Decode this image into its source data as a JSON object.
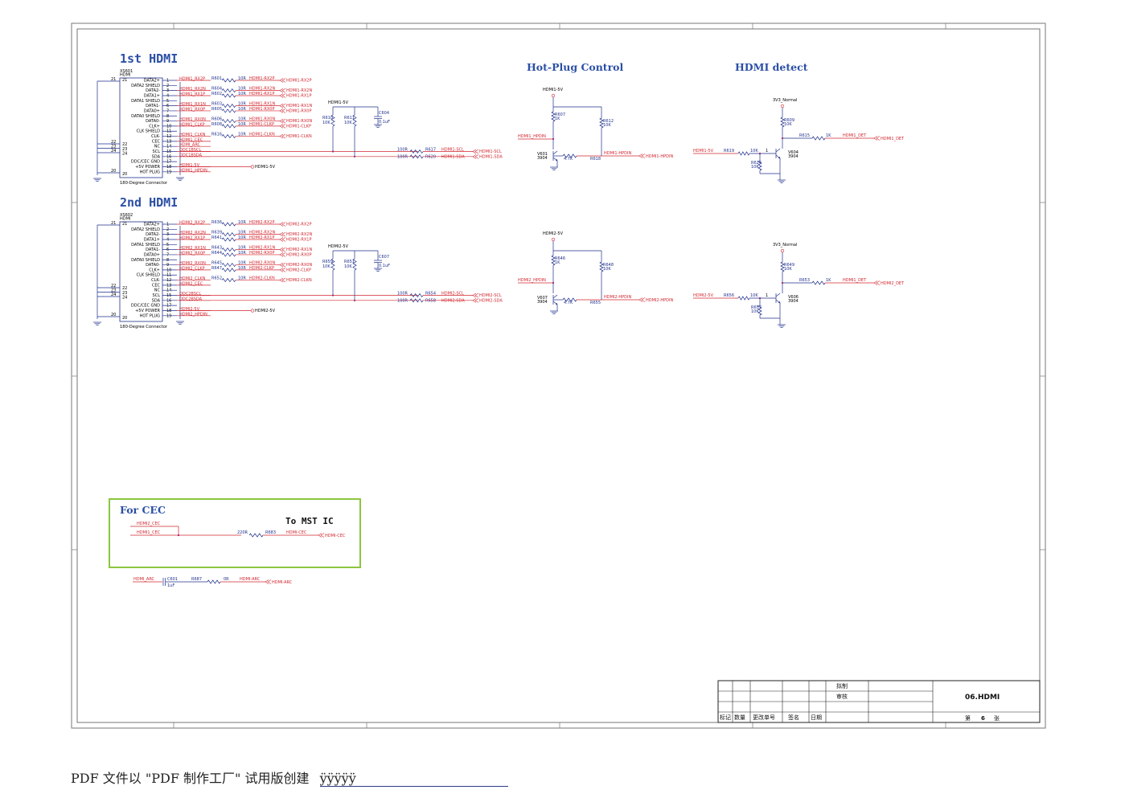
{
  "sections": {
    "hdmi1": "1st HDMI",
    "hdmi2": "2nd HDMI",
    "hotplug": "Hot-Plug Control",
    "detect": "HDMI detect",
    "cec": "For CEC",
    "mst": "To MST IC"
  },
  "connector1": {
    "ref": "XS601",
    "type": "HDMI",
    "caption": "180-Degree Connector",
    "pins": [
      "DATA2+",
      "DATA2 SHIELD",
      "DATA2-",
      "DATA1+",
      "DATA1 SHIELD",
      "DATA1-",
      "DATA0+",
      "DATA0 SHIELD",
      "DATA0-",
      "CLK+",
      "CLK SHIELD",
      "CLK-",
      "CEC",
      "NC",
      "SCL",
      "SDA",
      "DDC/CEC GND",
      "+5V POWER",
      "HOT PLUG"
    ],
    "nets": [
      "HDMI1_RX2P",
      "",
      "HDMI1_RX2N",
      "HDMI1_RX1P",
      "",
      "HDMI1_RX1N",
      "HDMI1_RX0P",
      "",
      "HDMI1_RX0N",
      "HDMI1_CLKP",
      "",
      "HDMI1_CLKN",
      "HDMI1_CEC",
      "HDMI_ARC",
      "DDC1BSCL",
      "DDC1BSDA",
      "",
      "HDMI1-5V",
      "HDMI1_HPDIN"
    ]
  },
  "connector2": {
    "ref": "XS602",
    "type": "HDMI",
    "caption": "180-Degree Connector",
    "pins": [
      "DATA2+",
      "DATA2 SHIELD",
      "DATA2-",
      "DATA1+",
      "DATA1 SHIELD",
      "DATA1-",
      "DATA0+",
      "DATA0 SHIELD",
      "DATA0-",
      "CLK+",
      "CLK SHIELD",
      "CLK-",
      "CEC",
      "NC",
      "SCL",
      "SDA",
      "DDC/CEC GND",
      "+5V POWER",
      "HOT PLUG"
    ],
    "nets": [
      "HDMI2_RX2P",
      "",
      "HDMI2_RX2N",
      "HDMI2_RX1P",
      "",
      "HDMI2_RX1N",
      "HDMI2_RX0P",
      "",
      "HDMI2_RX0N",
      "HDMI2_CLKP",
      "",
      "HDMI2_CLKN",
      "HDMI2_CEC",
      "",
      "DDC2BSCL",
      "DDC2BSDA",
      "",
      "HDMI2-5V",
      "HDMI2_HPDIN"
    ]
  },
  "resistors1": [
    {
      "ref": "R601",
      "val": "10R",
      "out": "HDMI1-RX2P"
    },
    {
      "ref": "R604",
      "val": "10R",
      "out": "HDMI1-RX2N"
    },
    {
      "ref": "R602",
      "val": "10R",
      "out": "HDMI1-RX1P"
    },
    {
      "ref": "R603",
      "val": "10R",
      "out": "HDMI1-RX1N"
    },
    {
      "ref": "R605",
      "val": "10R",
      "out": "HDMI1-RX0P"
    },
    {
      "ref": "R606",
      "val": "10R",
      "out": "HDMI1-RX0N"
    },
    {
      "ref": "R608",
      "val": "10R",
      "out": "HDMI1-CLKP"
    },
    {
      "ref": "R616",
      "val": "10R",
      "out": "HDMI1-CLKN"
    }
  ],
  "resistors2": [
    {
      "ref": "R636",
      "val": "10R",
      "out": "HDMI2-RX2P"
    },
    {
      "ref": "R639",
      "val": "10R",
      "out": "HDMI2-RX2N"
    },
    {
      "ref": "R641",
      "val": "10R",
      "out": "HDMI2-RX1P"
    },
    {
      "ref": "R643",
      "val": "10R",
      "out": "HDMI2-RX1N"
    },
    {
      "ref": "R644",
      "val": "10R",
      "out": "HDMI2-RX0P"
    },
    {
      "ref": "R645",
      "val": "10R",
      "out": "HDMI2-RX0N"
    },
    {
      "ref": "R647",
      "val": "10R",
      "out": "HDMI2-CLKP"
    },
    {
      "ref": "R652",
      "val": "10R",
      "out": "HDMI2-CLKN"
    }
  ],
  "ddc1": {
    "rail": "HDMI1-5V",
    "r1": "R610",
    "r2": "R611",
    "rv": "10K",
    "cap": "C604",
    "cv": "0.1uF",
    "scl_r": "R617",
    "sda_r": "R620",
    "val": "100R",
    "scl": "HDMI1-SCL",
    "sda": "HDMI1-SDA",
    "pwr": "HDMI1-5V"
  },
  "ddc2": {
    "rail": "HDMI2-5V",
    "r1": "R659",
    "r2": "R651",
    "rv": "10K",
    "cap": "C607",
    "cv": "0.1uF",
    "scl_r": "R654",
    "sda_r": "R658",
    "val": "100R",
    "scl": "HDMI2-SCL",
    "sda": "HDMI2-SDA",
    "pwr": "HDMI2-5V"
  },
  "hpd1": {
    "rail": "HDMI1-5V",
    "rpu": "R607",
    "rpuv": "1K",
    "rb": "R612",
    "rbv": "10K",
    "in": "HDMI1_HPDIN",
    "q": "V601",
    "qt": "3904",
    "rs": "R618",
    "rsv": "4.7K",
    "out": "HDMI1-HPDIN"
  },
  "hpd2": {
    "rail": "HDMI2-5V",
    "rpu": "R646",
    "rpuv": "1K",
    "rb": "R648",
    "rbv": "10K",
    "in": "HDMI2_HPDIN",
    "q": "V607",
    "qt": "3904",
    "rs": "R655",
    "rsv": "4.7K",
    "out": "HDMI2-HPDIN"
  },
  "det1": {
    "rail": "3V3_Normal",
    "rpu": "R609",
    "rpuv": "10K",
    "in": "HDMI1-5V",
    "rin": "R619",
    "rinv": "10K",
    "rpd": "R624",
    "rpdv": "10K",
    "q": "V604",
    "qt": "3904",
    "rs": "R615",
    "rsv": "1K",
    "net": "HDMI1_DET",
    "out": "HDMI1_DET"
  },
  "det2": {
    "rail": "3V3_Normal",
    "rpu": "R649",
    "rpuv": "10K",
    "in": "HDMI2-5V",
    "rin": "R656",
    "rinv": "10K",
    "rpd": "R657",
    "rpdv": "10K",
    "q": "V606",
    "qt": "3904",
    "rs": "R653",
    "rsv": "1K",
    "net": "HDMI1_DET",
    "out": "HDMI2_DET"
  },
  "cec": {
    "in2": "HDMI2_CEC",
    "in1": "HDMI1_CEC",
    "r": "R683",
    "rv": "220R",
    "net": "HDMI-CEC",
    "out": "HDMI-CEC"
  },
  "arc": {
    "in": "HDMI_ARC",
    "cap": "C601",
    "cv": "1uF",
    "r": "R687",
    "rv": "0R",
    "net": "HDMI-ARC",
    "out": "HDMI-ARC"
  },
  "titleblock": {
    "sheet": "06.HDMI",
    "draft": "拟制",
    "review": "审核",
    "cols": [
      "标记",
      "数量",
      "更改单号",
      "签名",
      "日期"
    ],
    "page_pre": "第",
    "page": "6",
    "page_post": "张"
  },
  "footer": {
    "text": "PDF 文件以 \"PDF 制作工厂\" 试用版创建",
    "mark": "ÿÿÿÿÿ"
  },
  "colors": {
    "blue": "#1f2f8c",
    "red": "#d2262f",
    "title": "#2b4fa6",
    "green": "#8cc63f"
  }
}
